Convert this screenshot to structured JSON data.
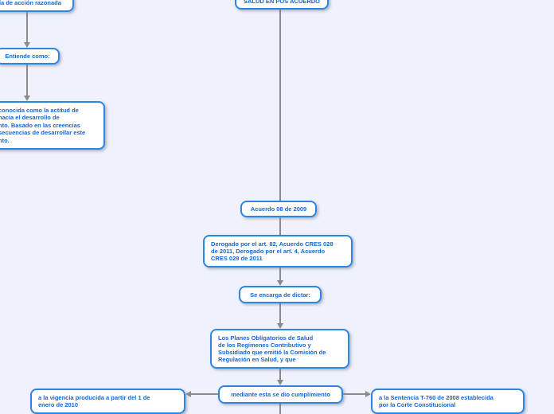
{
  "palette": {
    "background": "#eff2fc",
    "node_border": "#2e86e2",
    "node_text": "#1766d2",
    "node_fill": "#ffffff",
    "connector": "#8a8a8a"
  },
  "nodes": {
    "theory": "ría de acción razonada",
    "title": "SALUD EN POS ACUERDO",
    "understands": "Entiende como:",
    "attitude": "conocida como la actitud de\nhacia el desarrollo de\nnto. Basado en las creencias\nsecuencias de desarrollar este\nnto.",
    "acuerdo": "Acuerdo 08 de 2009",
    "derogado": "Derogado por el art. 82, Acuerdo CRES 028\nde 2011, Derogado por el art. 4, Acuerdo\nCRES 029 de 2011",
    "dicta": "Se encarga de dictar:",
    "planes": "Los Planes Obligatorios de Salud\nde los Regímenes Contributivo y\nSubsidiado que emitió la Comisión de\nRegulación en Salud, y que",
    "cumplimiento": "mediante esta se dio cumplimiento",
    "vigencia": "a la vigencia producida a partir del 1 de\nenero de 2010",
    "sentencia": "a la Sentencia T-760 de 2008 establecida\npor la Corte Constitucional"
  }
}
